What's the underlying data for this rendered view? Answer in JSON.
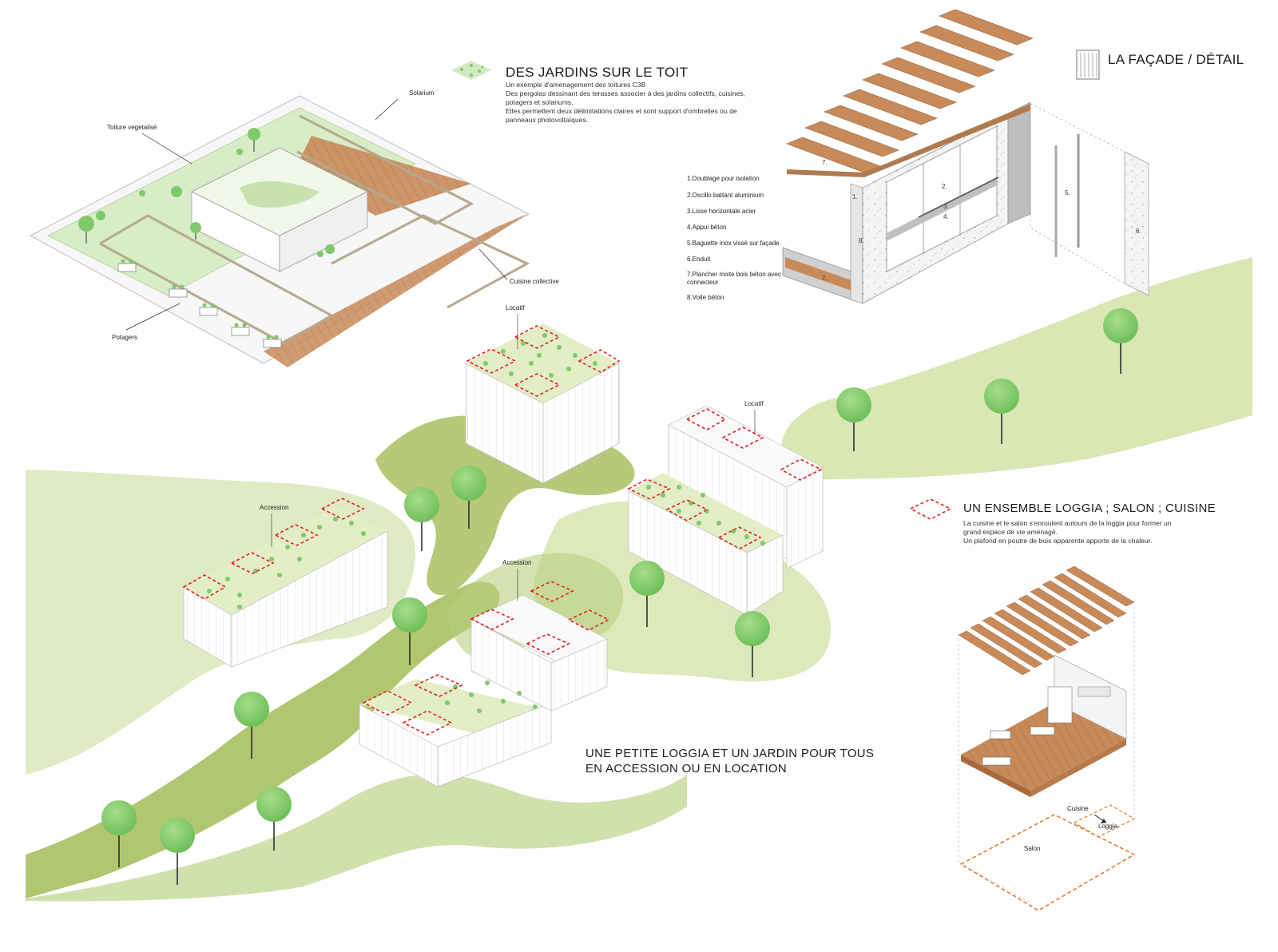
{
  "roof_gardens": {
    "title": "DES JARDINS SUR LE TOIT",
    "lines": [
      "Un exemple d'amenagement des toitures C3B",
      "Des pergolas dessinant des terasses associer à des jardins collectifs, cuisines,",
      "potagers et solariums.",
      "Elles permettent deux délimitations claires et sont support d'ombrelles ou de",
      "panneaux photovoltaïques."
    ],
    "labels": {
      "solarium": "Solarium",
      "toiture": "Toiture vegetalisé",
      "cuisine": "Cuisine collective",
      "potagers": "Potagers"
    }
  },
  "facade": {
    "title": "LA FAÇADE / DÉTAIL",
    "legend": [
      "1.Doublage pour isolation",
      "2.Oscillo battant aluminium",
      "3.Lisse horizontale acier",
      "4.Appui béton",
      "5.Baguette inox vissé sur façade",
      "6.Enduit",
      "7.Plancher mixte bois béton avec",
      "connecteur",
      "8.Voile béton"
    ],
    "markers": [
      "1.",
      "2.",
      "3.",
      "4.",
      "5.",
      "6.",
      "7.",
      "7.",
      "8."
    ]
  },
  "buildings": {
    "locatif_1": "Locatif",
    "locatif_2": "Locatif",
    "accession_1": "Accession",
    "accession_2": "Accession"
  },
  "ensemble": {
    "title": "UN ENSEMBLE LOGGIA ; SALON ; CUISINE",
    "lines": [
      "La cuisine et le salon s'enroulent autours de la loggia pour former un",
      "grand espace de vie aménagé.",
      "Un plafond en poutre de bois apparente apporte de la chaleur."
    ],
    "plan_labels": {
      "cuisine": "Cuisine",
      "loggia": "Loggia",
      "salon": "Salon"
    }
  },
  "slogan": {
    "line1": "UNE PETITE LOGGIA ET UN JARDIN POUR TOUS",
    "line2": "EN ACCESSION OU EN LOCATION"
  },
  "colors": {
    "grass": "#c7dc9e",
    "grass_dark": "#9fb85a",
    "tree": "#7fc96a",
    "wood": "#c98a5a",
    "dash_red": "#e02020",
    "facade_grey": "#bdbdbd"
  }
}
